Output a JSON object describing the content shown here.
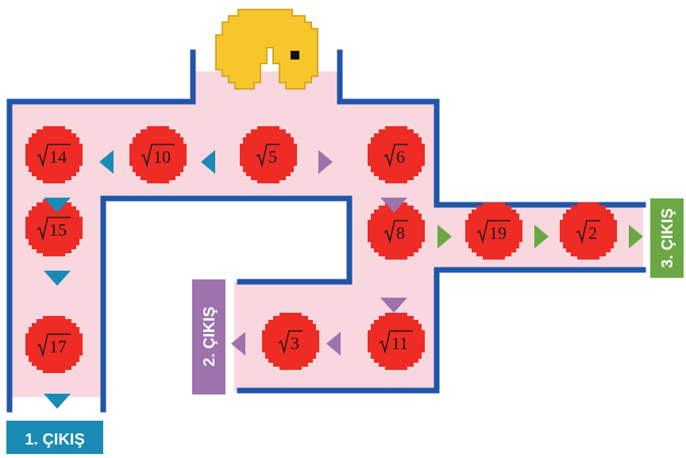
{
  "colors": {
    "path_fill": "#f8d7df",
    "wall": "#1f56a8",
    "pellet": "#ee2b24",
    "pacman": "#f7c62a",
    "pacman_outline": "#d9a61c",
    "arrow_teal": "#1a8bb4",
    "arrow_purple": "#9e72ad",
    "arrow_green": "#6ba843",
    "exit1_bg": "#1a8bb4",
    "exit2_bg": "#9e72ad",
    "exit3_bg": "#6ba843"
  },
  "pellets": [
    {
      "id": "sqrt14",
      "radicand": "14"
    },
    {
      "id": "sqrt10",
      "radicand": "10"
    },
    {
      "id": "sqrt5",
      "radicand": "5"
    },
    {
      "id": "sqrt6",
      "radicand": "6"
    },
    {
      "id": "sqrt15",
      "radicand": "15"
    },
    {
      "id": "sqrt17",
      "radicand": "17"
    },
    {
      "id": "sqrt8",
      "radicand": "8"
    },
    {
      "id": "sqrt19",
      "radicand": "19"
    },
    {
      "id": "sqrt2",
      "radicand": "2"
    },
    {
      "id": "sqrt11",
      "radicand": "11"
    },
    {
      "id": "sqrt3",
      "radicand": "3"
    }
  ],
  "exits": {
    "exit1": "1. ÇIKIŞ",
    "exit2": "2. ÇIKIŞ",
    "exit3": "3. ÇIKIŞ"
  },
  "radical_symbol": "√"
}
